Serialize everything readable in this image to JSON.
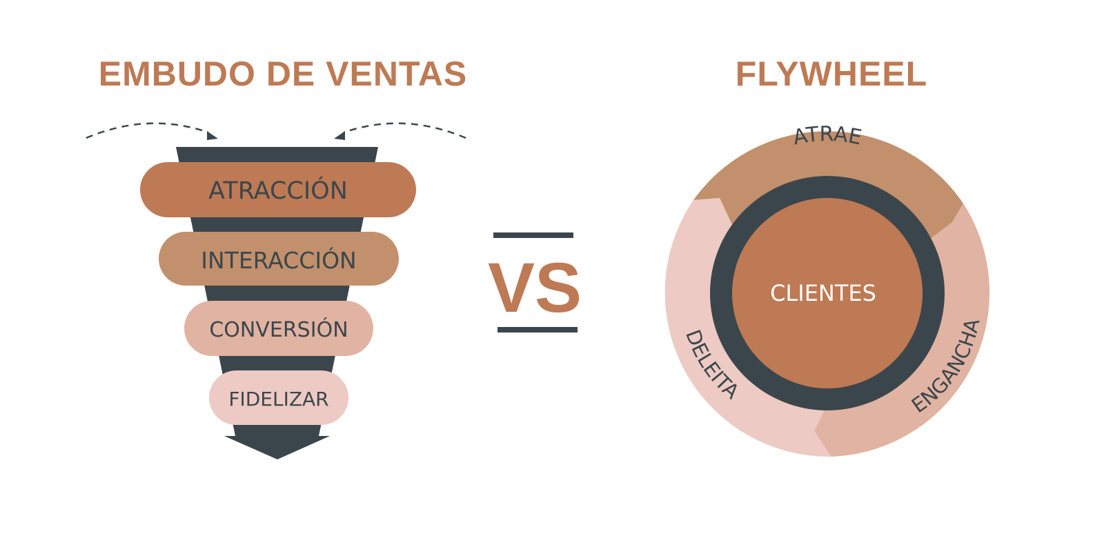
{
  "colors": {
    "accent": "#BE7A54",
    "dark": "#3B464C",
    "stage1": "#BD7A55",
    "stage2": "#C2906C",
    "stage3": "#E1B3A2",
    "stage4": "#EDCAC3",
    "wheel_top": "#C2906C",
    "wheel_right": "#E1B3A2",
    "wheel_left": "#EDCAC3",
    "center": "#BD7A55",
    "light_text": "#FFFFFF"
  },
  "funnel": {
    "title": "EMBUDO DE VENTAS",
    "stages": [
      "ATRACCIÓN",
      "INTERACCIÓN",
      "CONVERSIÓN",
      "FIDELIZAR"
    ]
  },
  "vs_label": "VS",
  "flywheel": {
    "title": "FLYWHEEL",
    "center": "CLIENTES",
    "segments": [
      "ATRAE",
      "ENGANCHA",
      "DELEITA"
    ]
  }
}
